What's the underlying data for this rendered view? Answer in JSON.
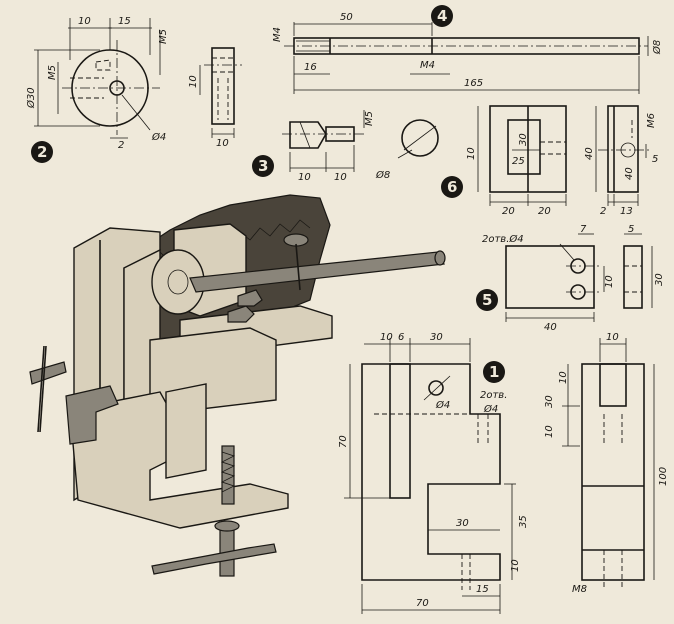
{
  "part2": {
    "badge": "2",
    "dims": {
      "w10": "10",
      "w15": "15",
      "m5a": "M5",
      "m5b": "M5",
      "d30": "Ø30",
      "w2": "2",
      "d4": "Ø4",
      "side10": "10",
      "bottom10": "10"
    }
  },
  "part4": {
    "badge": "4",
    "dims": {
      "m4left": "M4",
      "len50": "50",
      "len16": "16",
      "m4": "M4",
      "len165": "165",
      "d8": "Ø8"
    }
  },
  "part3": {
    "badge": "3",
    "dims": {
      "m5": "M5",
      "w10a": "10",
      "w10b": "10",
      "d8": "Ø8"
    }
  },
  "part6": {
    "badge": "6",
    "dims": {
      "h10": "10",
      "s30": "30",
      "s25": "25",
      "h40": "40",
      "b20a": "20",
      "b20b": "20",
      "m6": "M6",
      "s5": "5",
      "r40": "40",
      "b2": "2",
      "b13": "13"
    }
  },
  "part5": {
    "badge": "5",
    "dims": {
      "holes": "2отв.Ø4",
      "t7": "7",
      "t5": "5",
      "h10": "10",
      "h30": "30",
      "w40": "40"
    }
  },
  "part1": {
    "badge": "1",
    "dims": {
      "t10": "10",
      "t6": "6",
      "t30": "30",
      "d4": "Ø4",
      "holes": "2отв.",
      "holes_d": "Ø4",
      "h70": "70",
      "w30": "30",
      "h35": "35",
      "h10": "10",
      "w15": "15",
      "w70": "70",
      "s10top": "10",
      "s30": "30",
      "s10a": "10",
      "s10b": "10",
      "h100": "100",
      "m8": "M8"
    }
  }
}
